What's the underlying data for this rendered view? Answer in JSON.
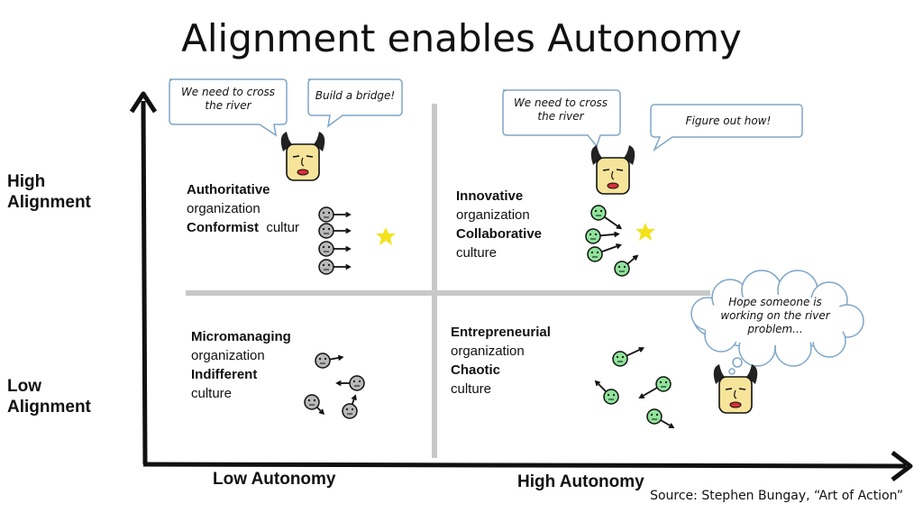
{
  "title": "Alignment enables Autonomy",
  "axes": {
    "y_high": "High\nAlignment",
    "y_low": "Low\nAlignment",
    "x_low": "Low Autonomy",
    "x_high": "High Autonomy"
  },
  "quadrants": {
    "top_left": {
      "org_bold": "Authoritative",
      "org_text": "organization",
      "culture_bold": "Conformist",
      "culture_text": "cultur"
    },
    "top_right": {
      "org_bold": "Innovative",
      "org_text": "organization",
      "culture_bold": "Collaborative",
      "culture_text": "culture"
    },
    "bottom_left": {
      "org_bold": "Micromanaging",
      "org_text": "organization",
      "culture_bold": "Indifferent",
      "culture_text": "culture"
    },
    "bottom_right": {
      "org_bold": "Entrepreneurial",
      "org_text": "organization",
      "culture_bold": "Chaotic",
      "culture_text": "culture"
    }
  },
  "bubbles": {
    "tl_1": "We need to cross\nthe river",
    "tl_2": "Build a bridge!",
    "tr_1": "We need to cross\nthe river",
    "tr_2": "Figure out how!",
    "br_thought": "Hope someone is\nworking on the river\nproblem..."
  },
  "source": "Source: Stephen Bungay, “Art of Action”",
  "colors": {
    "conformist_face": "#b8b8b8",
    "collaborative_face": "#8fe39a",
    "star": "#f4e21c",
    "boss_face": "#f6e49a",
    "grid": "#c8c8c8",
    "bubble_stroke": "#7fa6c8"
  }
}
